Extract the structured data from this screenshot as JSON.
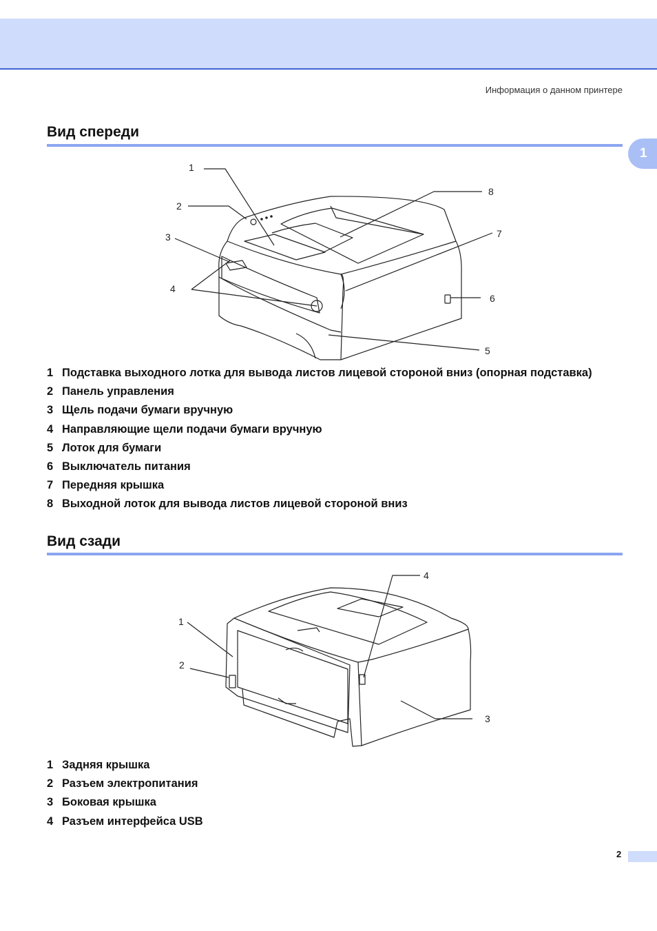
{
  "header": {
    "running_title": "Информация о данном принтере"
  },
  "chapter_tab": {
    "label": "1"
  },
  "front_view": {
    "title": "Вид спереди",
    "callouts": [
      "1",
      "2",
      "3",
      "4",
      "5",
      "6",
      "7",
      "8"
    ],
    "items": [
      {
        "num": "1",
        "label": "Подставка выходного лотка для вывода листов лицевой стороной вниз (опорная подставка)"
      },
      {
        "num": "2",
        "label": "Панель управления"
      },
      {
        "num": "3",
        "label": "Щель подачи бумаги вручную"
      },
      {
        "num": "4",
        "label": "Направляющие щели подачи бумаги вручную"
      },
      {
        "num": "5",
        "label": "Лоток для бумаги"
      },
      {
        "num": "6",
        "label": "Выключатель питания"
      },
      {
        "num": "7",
        "label": "Передняя крышка"
      },
      {
        "num": "8",
        "label": "Выходной лоток для вывода листов лицевой стороной вниз"
      }
    ]
  },
  "rear_view": {
    "title": "Вид сзади",
    "callouts": [
      "1",
      "2",
      "3",
      "4"
    ],
    "items": [
      {
        "num": "1",
        "label": "Задняя крышка"
      },
      {
        "num": "2",
        "label": "Разъем электропитания"
      },
      {
        "num": "3",
        "label": "Боковая крышка"
      },
      {
        "num": "4",
        "label": "Разъем интерфейса USB"
      }
    ]
  },
  "footer": {
    "page_number": "2"
  },
  "colors": {
    "band": "#cfdcfb",
    "rule": "#8aa5f0",
    "tab": "#a9bff5",
    "band_line": "#3f63d6"
  }
}
